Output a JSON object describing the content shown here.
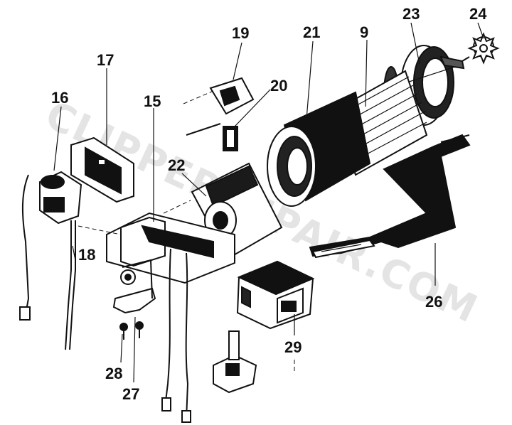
{
  "watermark": "CLIPPERREPAIR.COM",
  "callouts": {
    "p9": "9",
    "p15": "15",
    "p16": "16",
    "p17": "17",
    "p18": "18",
    "p19": "19",
    "p20": "20",
    "p21": "21",
    "p22": "22",
    "p23": "23",
    "p24": "24",
    "p26": "26",
    "p27": "27",
    "p28": "28",
    "p29": "29"
  },
  "colors": {
    "ink": "#111111",
    "paper": "#ffffff",
    "watermark": "#e4e4e4"
  }
}
